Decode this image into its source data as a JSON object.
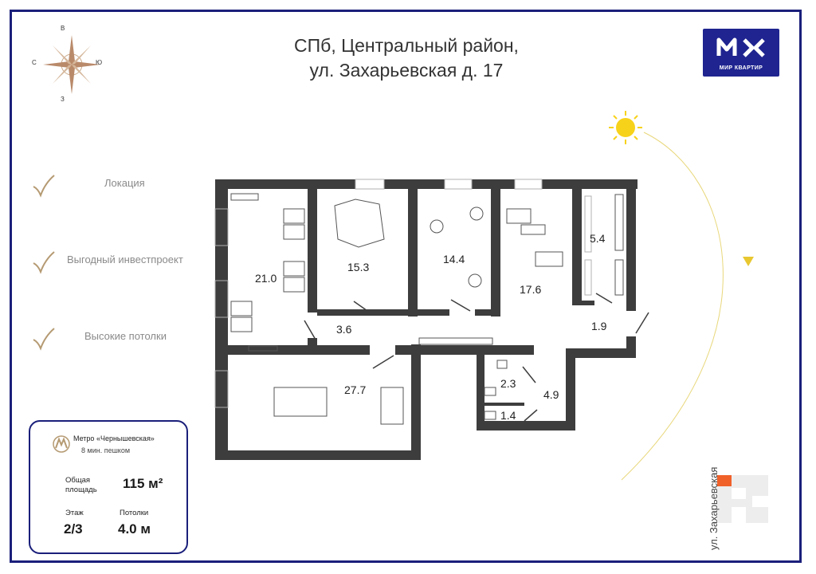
{
  "header": {
    "address_line1": "СПб, Центральный район,",
    "address_line2": "ул. Захарьевская д. 17"
  },
  "brand": {
    "name": "МИР КВАРТИР",
    "color": "#1f2490"
  },
  "compass": {
    "north": "В",
    "south": "З",
    "west": "С",
    "east": "Ю"
  },
  "features": [
    {
      "label": "Локация"
    },
    {
      "label": "Выгодный инвестпроект"
    },
    {
      "label": "Высокие потолки"
    }
  ],
  "info": {
    "metro_station": "Метро «Чернышевская»",
    "metro_walk": "8 мин. пешком",
    "area_label_1": "Общая",
    "area_label_2": "площадь",
    "area_value": "115 м²",
    "floor_label": "Этаж",
    "floor_value": "2/3",
    "ceiling_label": "Потолки",
    "ceiling_value": "4.0 м"
  },
  "rooms": [
    {
      "area": "21.0"
    },
    {
      "area": "15.3"
    },
    {
      "area": "14.4"
    },
    {
      "area": "17.6"
    },
    {
      "area": "5.4"
    },
    {
      "area": "3.6"
    },
    {
      "area": "1.9"
    },
    {
      "area": "27.7"
    },
    {
      "area": "2.3"
    },
    {
      "area": "4.9"
    },
    {
      "area": "1.4"
    }
  ],
  "street_name": "ул. Захарьевская",
  "colors": {
    "frame": "#1a1f7a",
    "wall": "#3d3d3d",
    "sun": "#f7d21b",
    "accent_orange": "#f0612a",
    "checkmark": "#b59a72",
    "metro_logo": "#b59a72"
  }
}
